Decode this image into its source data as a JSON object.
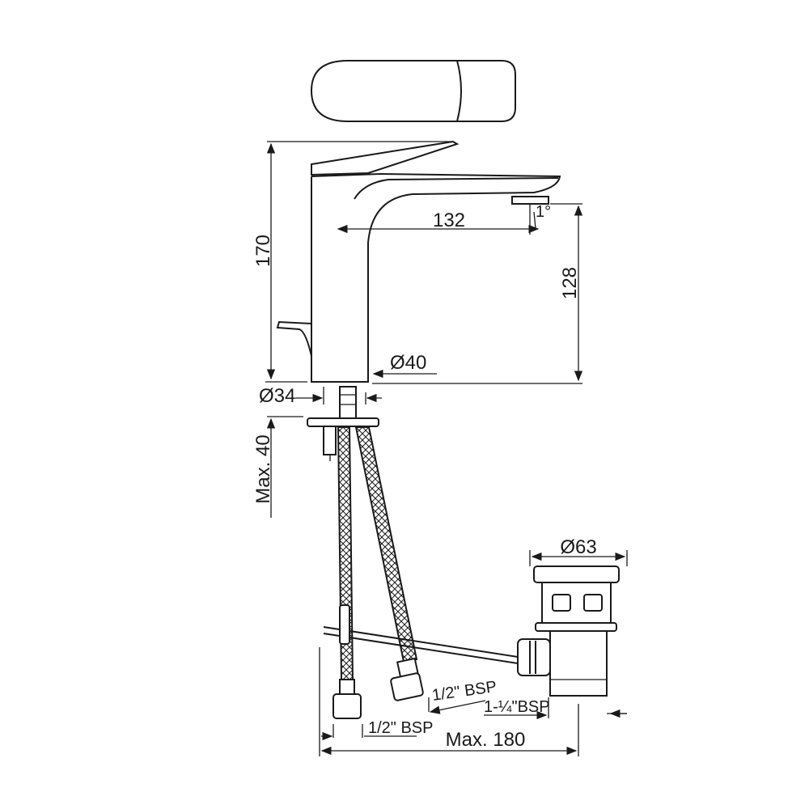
{
  "drawing": {
    "dimensions": {
      "height_total": "170",
      "spout_reach": "132",
      "spout_angle": "1°",
      "spout_height": "128",
      "body_diameter": "Ø40",
      "hole_diameter": "Ø34",
      "max_deck_thickness": "Max. 40",
      "waste_diameter": "Ø63",
      "hose_connection_1": "1/2\" BSP",
      "waste_connection": "1-¼\"BSP",
      "hose_connection_2": "1/2\" BSP",
      "max_width": "Max. 180"
    },
    "line_color": "#1a1a1a"
  }
}
